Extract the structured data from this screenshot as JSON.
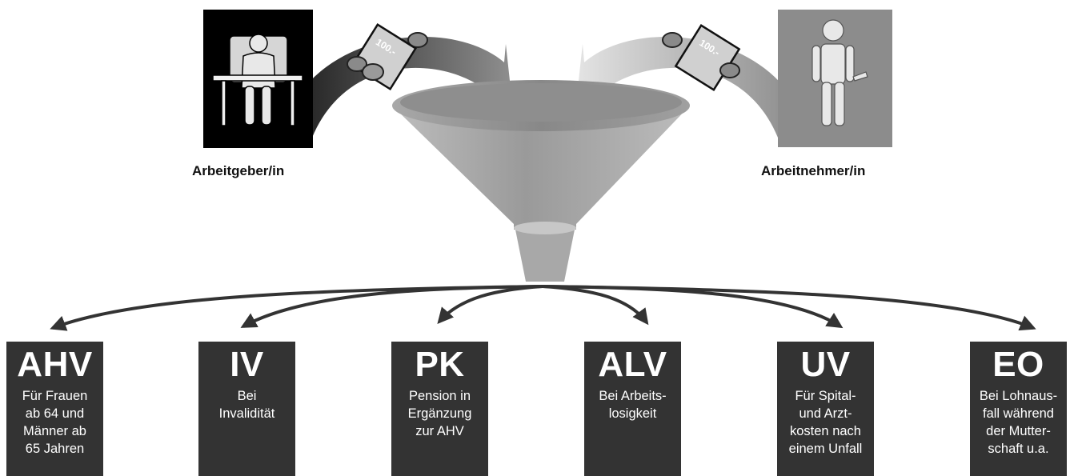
{
  "parties": {
    "employer": {
      "label": "Arbeitgeber/in",
      "icon": "office-worker-icon"
    },
    "employee": {
      "label": "Arbeitnehmer/in",
      "icon": "mechanic-icon"
    }
  },
  "banknote_text": "100.-",
  "insurances": [
    {
      "abbr": "AHV",
      "desc": "Für Frauen\nab 64 und\nMänner ab\n65 Jahren"
    },
    {
      "abbr": "IV",
      "desc": "Bei\nInvalidität"
    },
    {
      "abbr": "PK",
      "desc": "Pension in\nErgänzung\nzur AHV"
    },
    {
      "abbr": "ALV",
      "desc": "Bei Arbeits-\nlosigkeit"
    },
    {
      "abbr": "UV",
      "desc": "Für Spital-\nund Arzt-\nkosten nach\neinem Unfall"
    },
    {
      "abbr": "EO",
      "desc": "Bei Lohnaus-\nfall während\nder Mutter-\nschaft u.a."
    }
  ],
  "colors": {
    "box": "#333333",
    "employer_panel": "#000000",
    "employee_panel": "#8c8c8c"
  }
}
